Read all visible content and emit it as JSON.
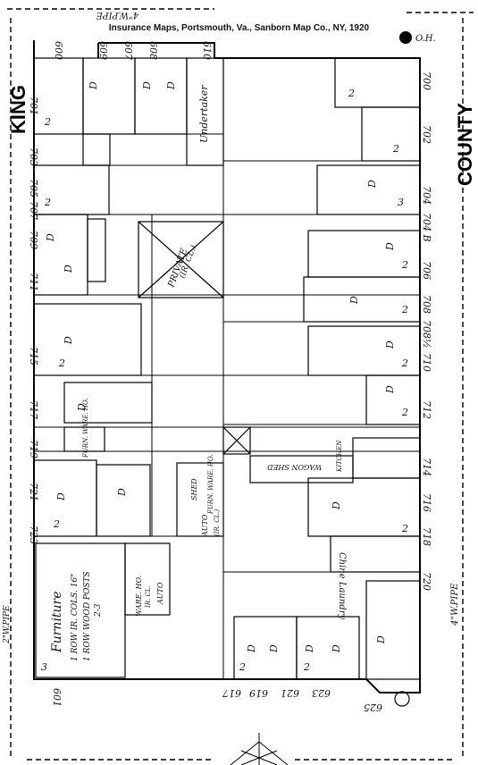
{
  "caption": "Insurance Maps, Portsmouth, Va., Sanborn Map Co., NY, 1920",
  "streets": {
    "west": "KING",
    "east": "COUNTY"
  },
  "pipe_labels": {
    "top": "4\"W.PIPE",
    "right": "4\"W.PIPE",
    "left": "2\"W.PIPE"
  },
  "building_labels": {
    "undertaker": "Undertaker",
    "private": "PRIVATE",
    "private_sub": "(IR. CL.)",
    "furn_whse_1": "FURN. WARE. HO.",
    "wagon_shed": "WAGON SHED",
    "kitchen": "KITCHEN",
    "shed": "SHED",
    "furn_whse_2": "FURN. WARE. HO.",
    "auto": "AUTO",
    "auto_sub": "(IR. CL.)",
    "chine_laundry": "Chine Laundry",
    "ware_ho": "WARE. HO.",
    "ware_ho_sub": "IR. CL.",
    "ware_ho_auto": "AUTO",
    "furniture": "Furniture",
    "cols": "1 ROW IR. COLS. 16\"",
    "posts": "1 ROW WOOD POSTS",
    "posts_floors": "2-3",
    "oh": "O.H."
  },
  "west_addresses": [
    "600",
    "609",
    "607",
    "608",
    "610",
    "701",
    "703",
    "705",
    "707",
    "709",
    "711",
    "715",
    "717",
    "719",
    "721",
    "723",
    "601"
  ],
  "east_addresses": [
    "700",
    "702",
    "704",
    "704 B",
    "706",
    "708",
    "708½",
    "710",
    "712",
    "714",
    "716",
    "718",
    "720"
  ],
  "south_addresses": [
    "617",
    "619",
    "621",
    "623",
    "625"
  ]
}
